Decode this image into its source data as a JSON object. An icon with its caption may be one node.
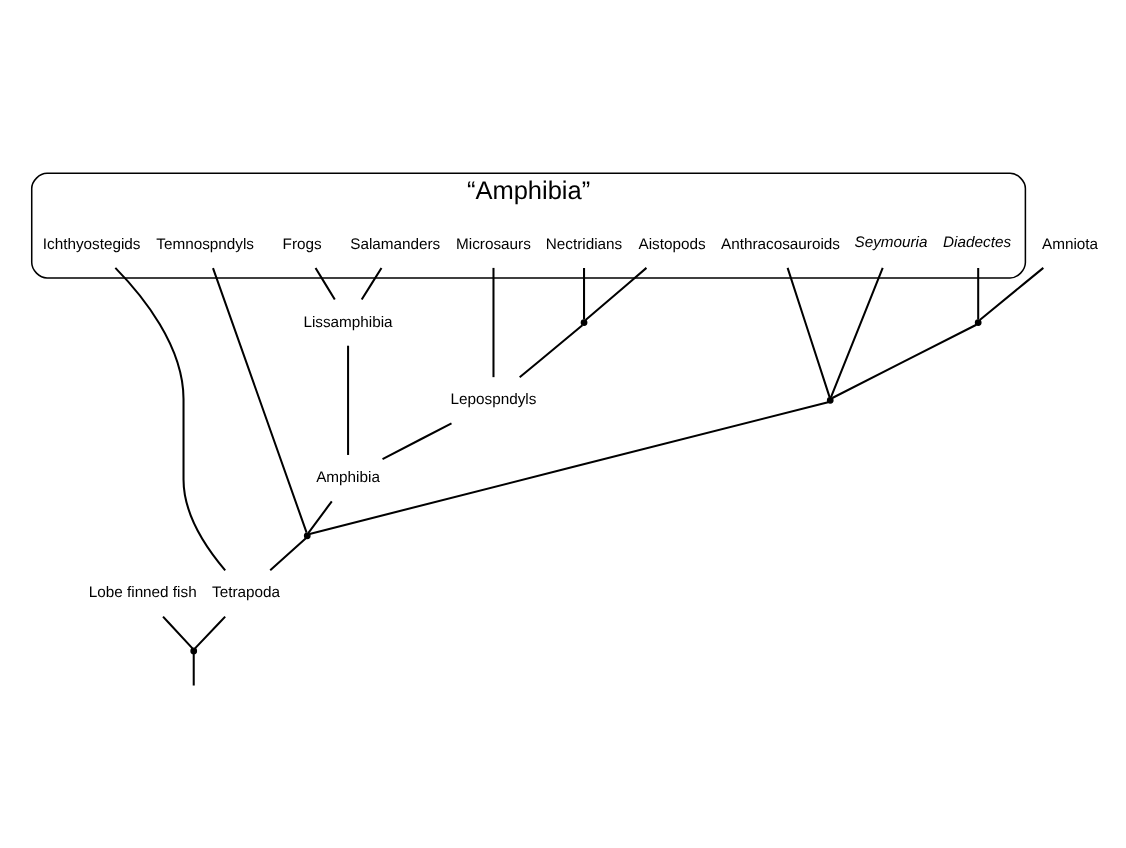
{
  "diagram": {
    "nodes": [
      {
        "text": [
          "“Amphibia”"
        ]
      },
      {
        "text": [
          "Lobe finned fish"
        ]
      },
      {
        "text": [
          "Ichthyostegids"
        ],
        "in": 0
      },
      {
        "text": [
          "Temnospndyls"
        ],
        "in": 0
      },
      {
        "text": [
          "Salamanders"
        ],
        "in": 0
      },
      {
        "text": [
          "Frogs"
        ],
        "in": 0
      },
      {
        "text": [
          "Nectridians"
        ],
        "in": 0
      },
      {
        "text": [
          "Aistopods"
        ],
        "in": 0
      },
      {
        "text": [
          "Microsaurs"
        ],
        "in": 0
      },
      {
        "text": [
          "Anthracosauroids"
        ],
        "in": 0
      },
      {
        "text": [
          "Seymouria"
        ],
        "in": 0
      },
      {
        "text": [
          "Diadectes"
        ],
        "in": 0
      },
      {
        "text": [
          "Amniota"
        ]
      },
      {
        "text": [
          "Lissamphibia"
        ]
      },
      {
        "text": [
          "Lepospndyls"
        ]
      },
      {
        "text": [
          "Amphibia"
        ]
      },
      {
        "text": [],
        "shape": "point"
      },
      {
        "text": [],
        "shape": "point"
      },
      {
        "text": [],
        "shape": "point"
      },
      {
        "text": [
          "Tetrapoda"
        ]
      },
      {
        "text": [],
        "shape": "point"
      },
      {
        "text": [],
        "shape": "point"
      }
    ],
    "edges": [
      {
        "from": null,
        "to": 20,
        "arrow": "none"
      },
      {
        "from": 20,
        "to": 1,
        "arrow": "none"
      },
      {
        "from": 20,
        "to": 19,
        "arrow": "none"
      },
      {
        "from": 19,
        "to": 2,
        "arrow": "none"
      },
      {
        "from": 19,
        "to": 16,
        "arrow": "none"
      },
      {
        "from": 16,
        "to": 3,
        "arrow": "none"
      },
      {
        "from": 16,
        "to": 15,
        "arrow": "none"
      },
      {
        "from": 16,
        "to": 17,
        "arrow": "none"
      },
      {
        "from": 15,
        "to": 13,
        "arrow": "none"
      },
      {
        "from": 15,
        "to": 14,
        "arrow": "none"
      },
      {
        "from": 13,
        "to": 4,
        "arrow": "none"
      },
      {
        "from": 13,
        "to": 5,
        "arrow": "none"
      },
      {
        "from": 14,
        "to": 21,
        "arrow": "none"
      },
      {
        "from": 21,
        "to": 6,
        "arrow": "none"
      },
      {
        "from": 21,
        "to": 7,
        "arrow": "none"
      },
      {
        "from": 14,
        "to": 8,
        "arrow": "none"
      },
      {
        "from": 17,
        "to": 9,
        "arrow": "none"
      },
      {
        "from": 17,
        "to": 10,
        "arrow": "none"
      },
      {
        "from": 17,
        "to": 18,
        "arrow": "none"
      },
      {
        "from": 18,
        "to": 11,
        "arrow": "none"
      },
      {
        "from": 18,
        "to": 12,
        "arrow": "none"
      }
    ]
  }
}
